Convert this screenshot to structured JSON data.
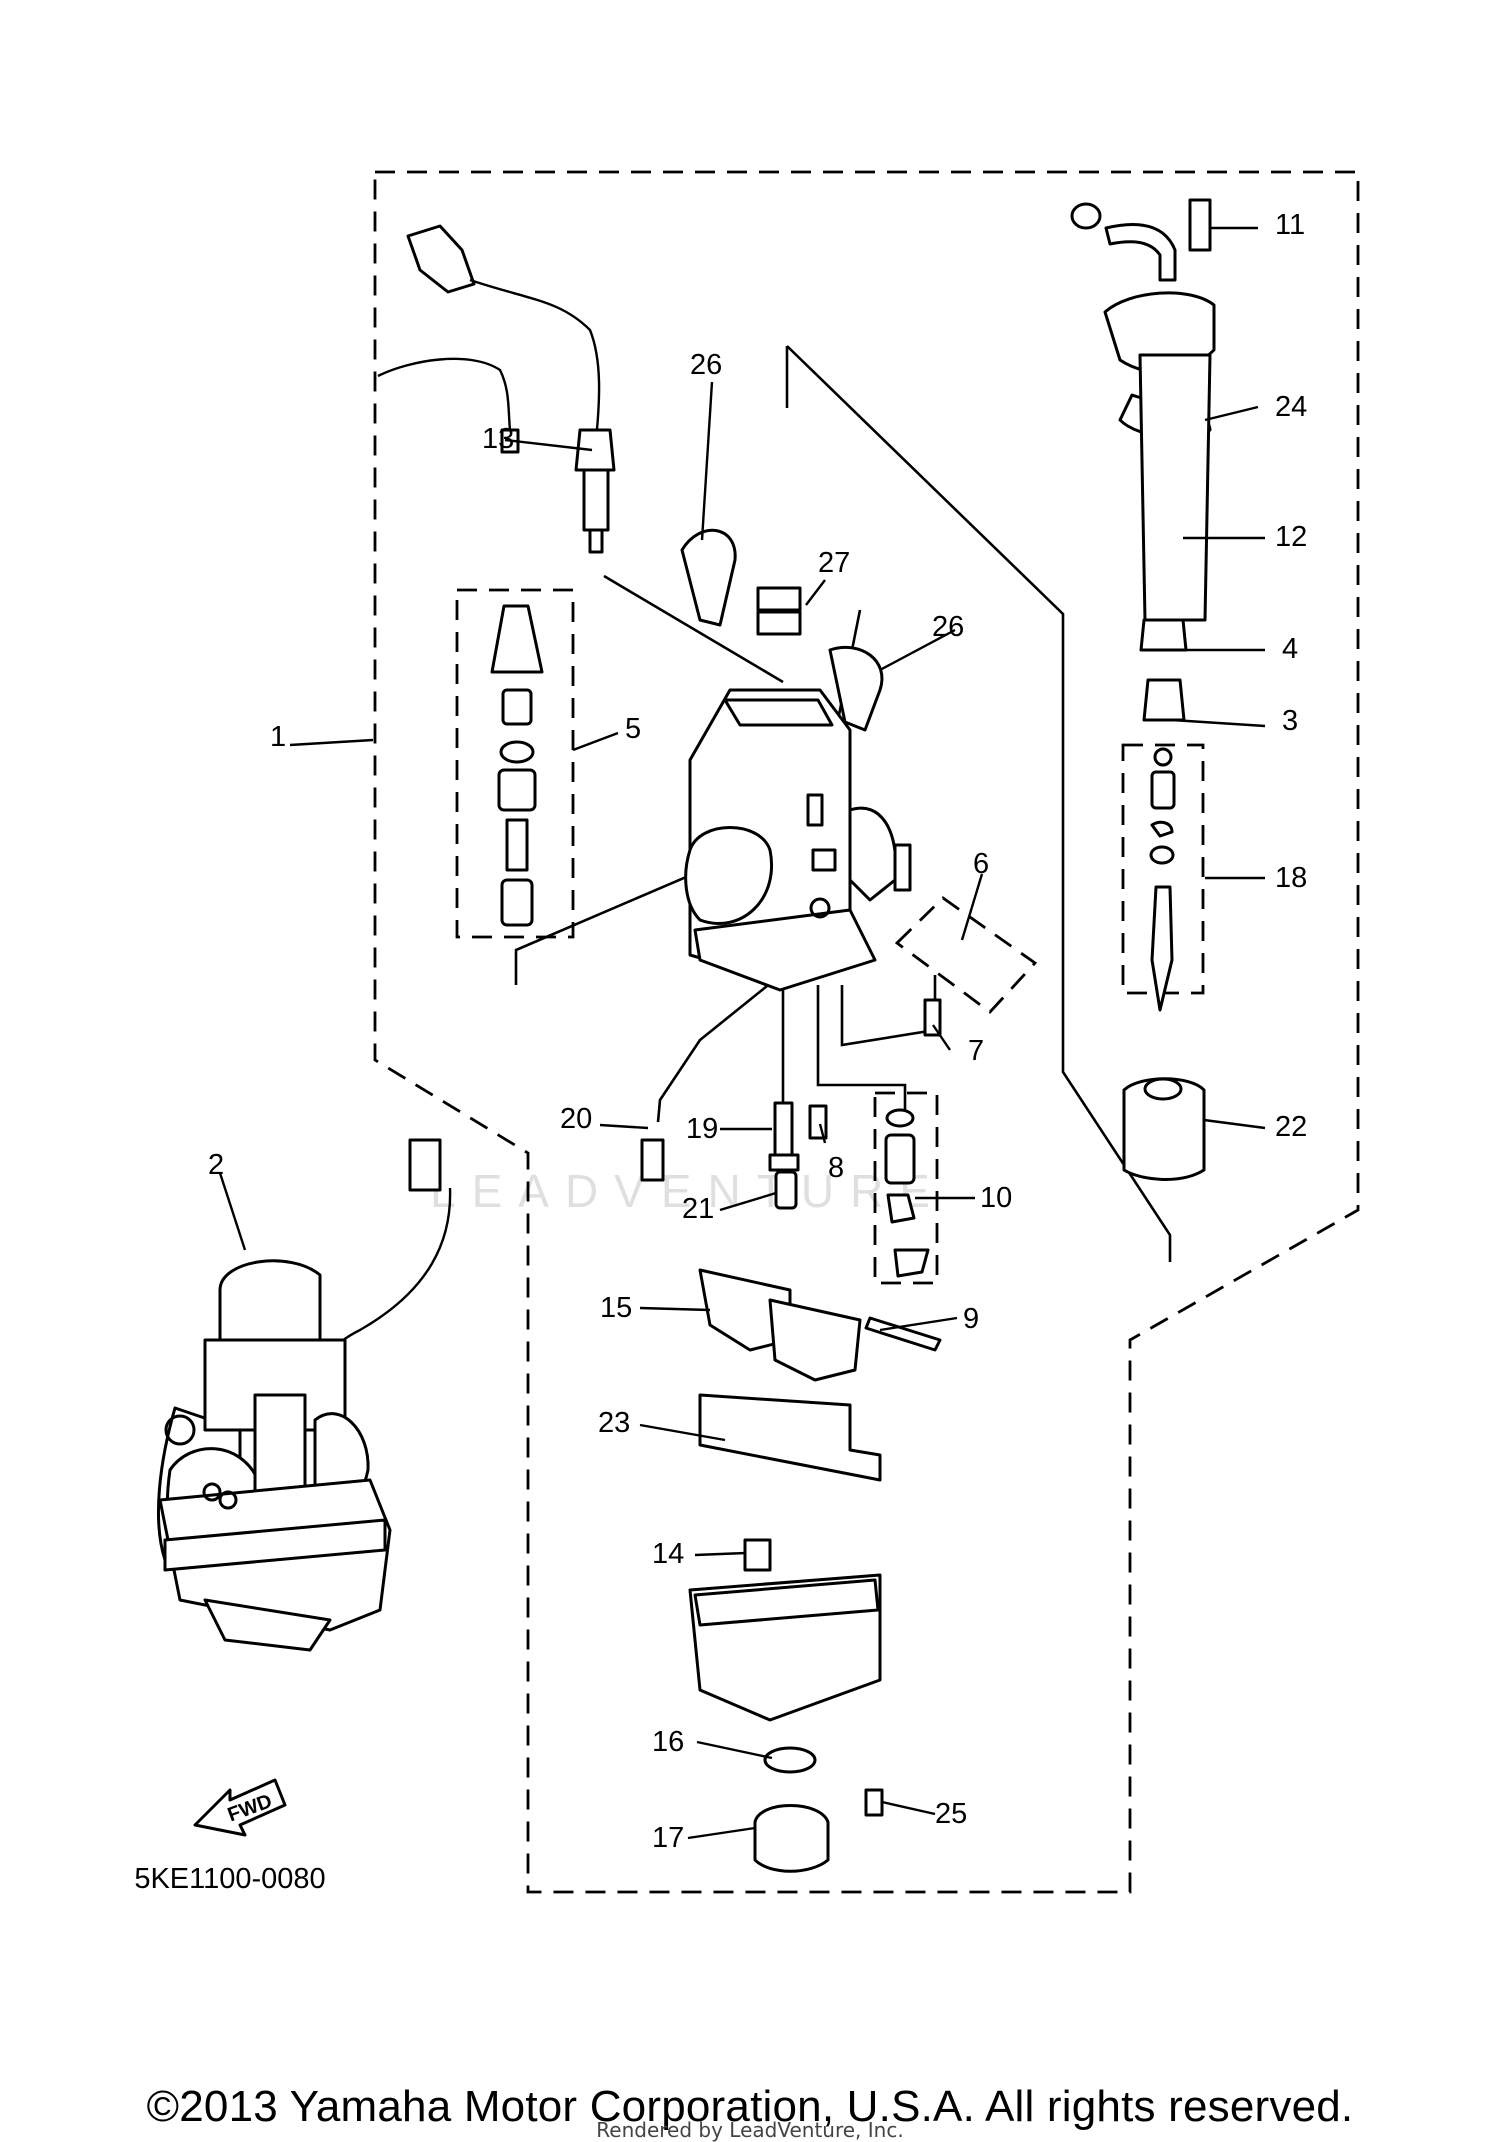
{
  "diagram_code": "5KE1100-0080",
  "fwd_label": "FWD",
  "watermark": "LEADVENTURE",
  "copyright": "©2013 Yamaha Motor Corporation, U.S.A. All rights reserved.",
  "rendered_by": "Rendered by LeadVenture, Inc.",
  "callouts": [
    "1",
    "2",
    "3",
    "4",
    "5",
    "6",
    "7",
    "8",
    "9",
    "10",
    "11",
    "12",
    "13",
    "14",
    "15",
    "16",
    "17",
    "18",
    "19",
    "20",
    "21",
    "22",
    "23",
    "24",
    "25",
    "26",
    "26",
    "27"
  ]
}
